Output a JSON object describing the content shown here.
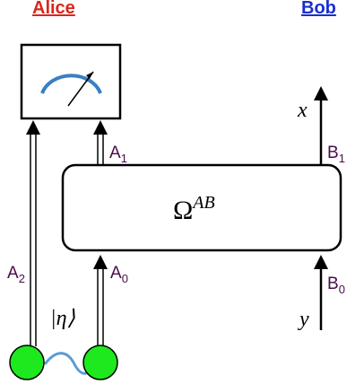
{
  "alice_label": "Alice",
  "bob_label": "Bob",
  "operator_symbol": "Ω",
  "operator_superscript": "AB",
  "state_label": "|η⟩",
  "ports": {
    "a0": {
      "letter": "A",
      "sub": "0"
    },
    "a1": {
      "letter": "A",
      "sub": "1"
    },
    "a2": {
      "letter": "A",
      "sub": "2"
    },
    "b0": {
      "letter": "B",
      "sub": "0"
    },
    "b1": {
      "letter": "B",
      "sub": "1"
    }
  },
  "input_label": "y",
  "output_label": "x",
  "colors": {
    "alice": "#d9261c",
    "bob": "#1a2fd0",
    "port_text": "#4a0a4a",
    "particle": "#1ee81e",
    "entangle_link": "#5b9bd5",
    "meter_arc": "#3a7fc4"
  }
}
